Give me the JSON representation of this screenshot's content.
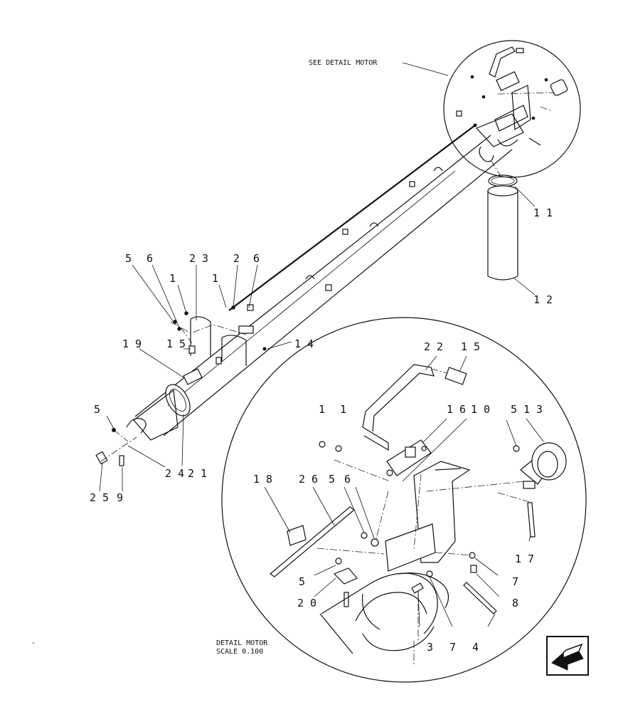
{
  "notes": {
    "see_detail": "SEE DETAIL MOTOR",
    "detail_title": "DETAIL MOTOR",
    "detail_scale": "SCALE 0.100",
    "corner_mark": "-"
  },
  "callouts_main": [
    {
      "id": "c-5a",
      "text": "5"
    },
    {
      "id": "c-6a",
      "text": "6"
    },
    {
      "id": "c-23",
      "text": "2 3"
    },
    {
      "id": "c-2",
      "text": "2"
    },
    {
      "id": "c-6b",
      "text": "6"
    },
    {
      "id": "c-1a",
      "text": "1"
    },
    {
      "id": "c-1b",
      "text": "1"
    },
    {
      "id": "c-19",
      "text": "1 9"
    },
    {
      "id": "c-15",
      "text": "1 5"
    },
    {
      "id": "c-14",
      "text": "1 4"
    },
    {
      "id": "c-11",
      "text": "1 1"
    },
    {
      "id": "c-12",
      "text": "1 2"
    },
    {
      "id": "c-5b",
      "text": "5"
    },
    {
      "id": "c-24",
      "text": "2 4"
    },
    {
      "id": "c-21",
      "text": "2 1"
    },
    {
      "id": "c-25",
      "text": "2 5"
    },
    {
      "id": "c-9",
      "text": "9"
    }
  ],
  "callouts_detail": [
    {
      "id": "d-22",
      "text": "2 2"
    },
    {
      "id": "d-15",
      "text": "1 5"
    },
    {
      "id": "d-1a",
      "text": "1"
    },
    {
      "id": "d-1b",
      "text": "1"
    },
    {
      "id": "d-16",
      "text": "1 6"
    },
    {
      "id": "d-10",
      "text": "1 0"
    },
    {
      "id": "d-5a",
      "text": "5"
    },
    {
      "id": "d-13",
      "text": "1 3"
    },
    {
      "id": "d-18",
      "text": "1 8"
    },
    {
      "id": "d-26",
      "text": "2 6"
    },
    {
      "id": "d-5b",
      "text": "5"
    },
    {
      "id": "d-6",
      "text": "6"
    },
    {
      "id": "d-17",
      "text": "1 7"
    },
    {
      "id": "d-7a",
      "text": "7"
    },
    {
      "id": "d-8",
      "text": "8"
    },
    {
      "id": "d-5c",
      "text": "5"
    },
    {
      "id": "d-20",
      "text": "2 0"
    },
    {
      "id": "d-3",
      "text": "3"
    },
    {
      "id": "d-7b",
      "text": "7"
    },
    {
      "id": "d-4",
      "text": "4"
    }
  ],
  "nav": {
    "icon": "arrow-back-icon"
  }
}
